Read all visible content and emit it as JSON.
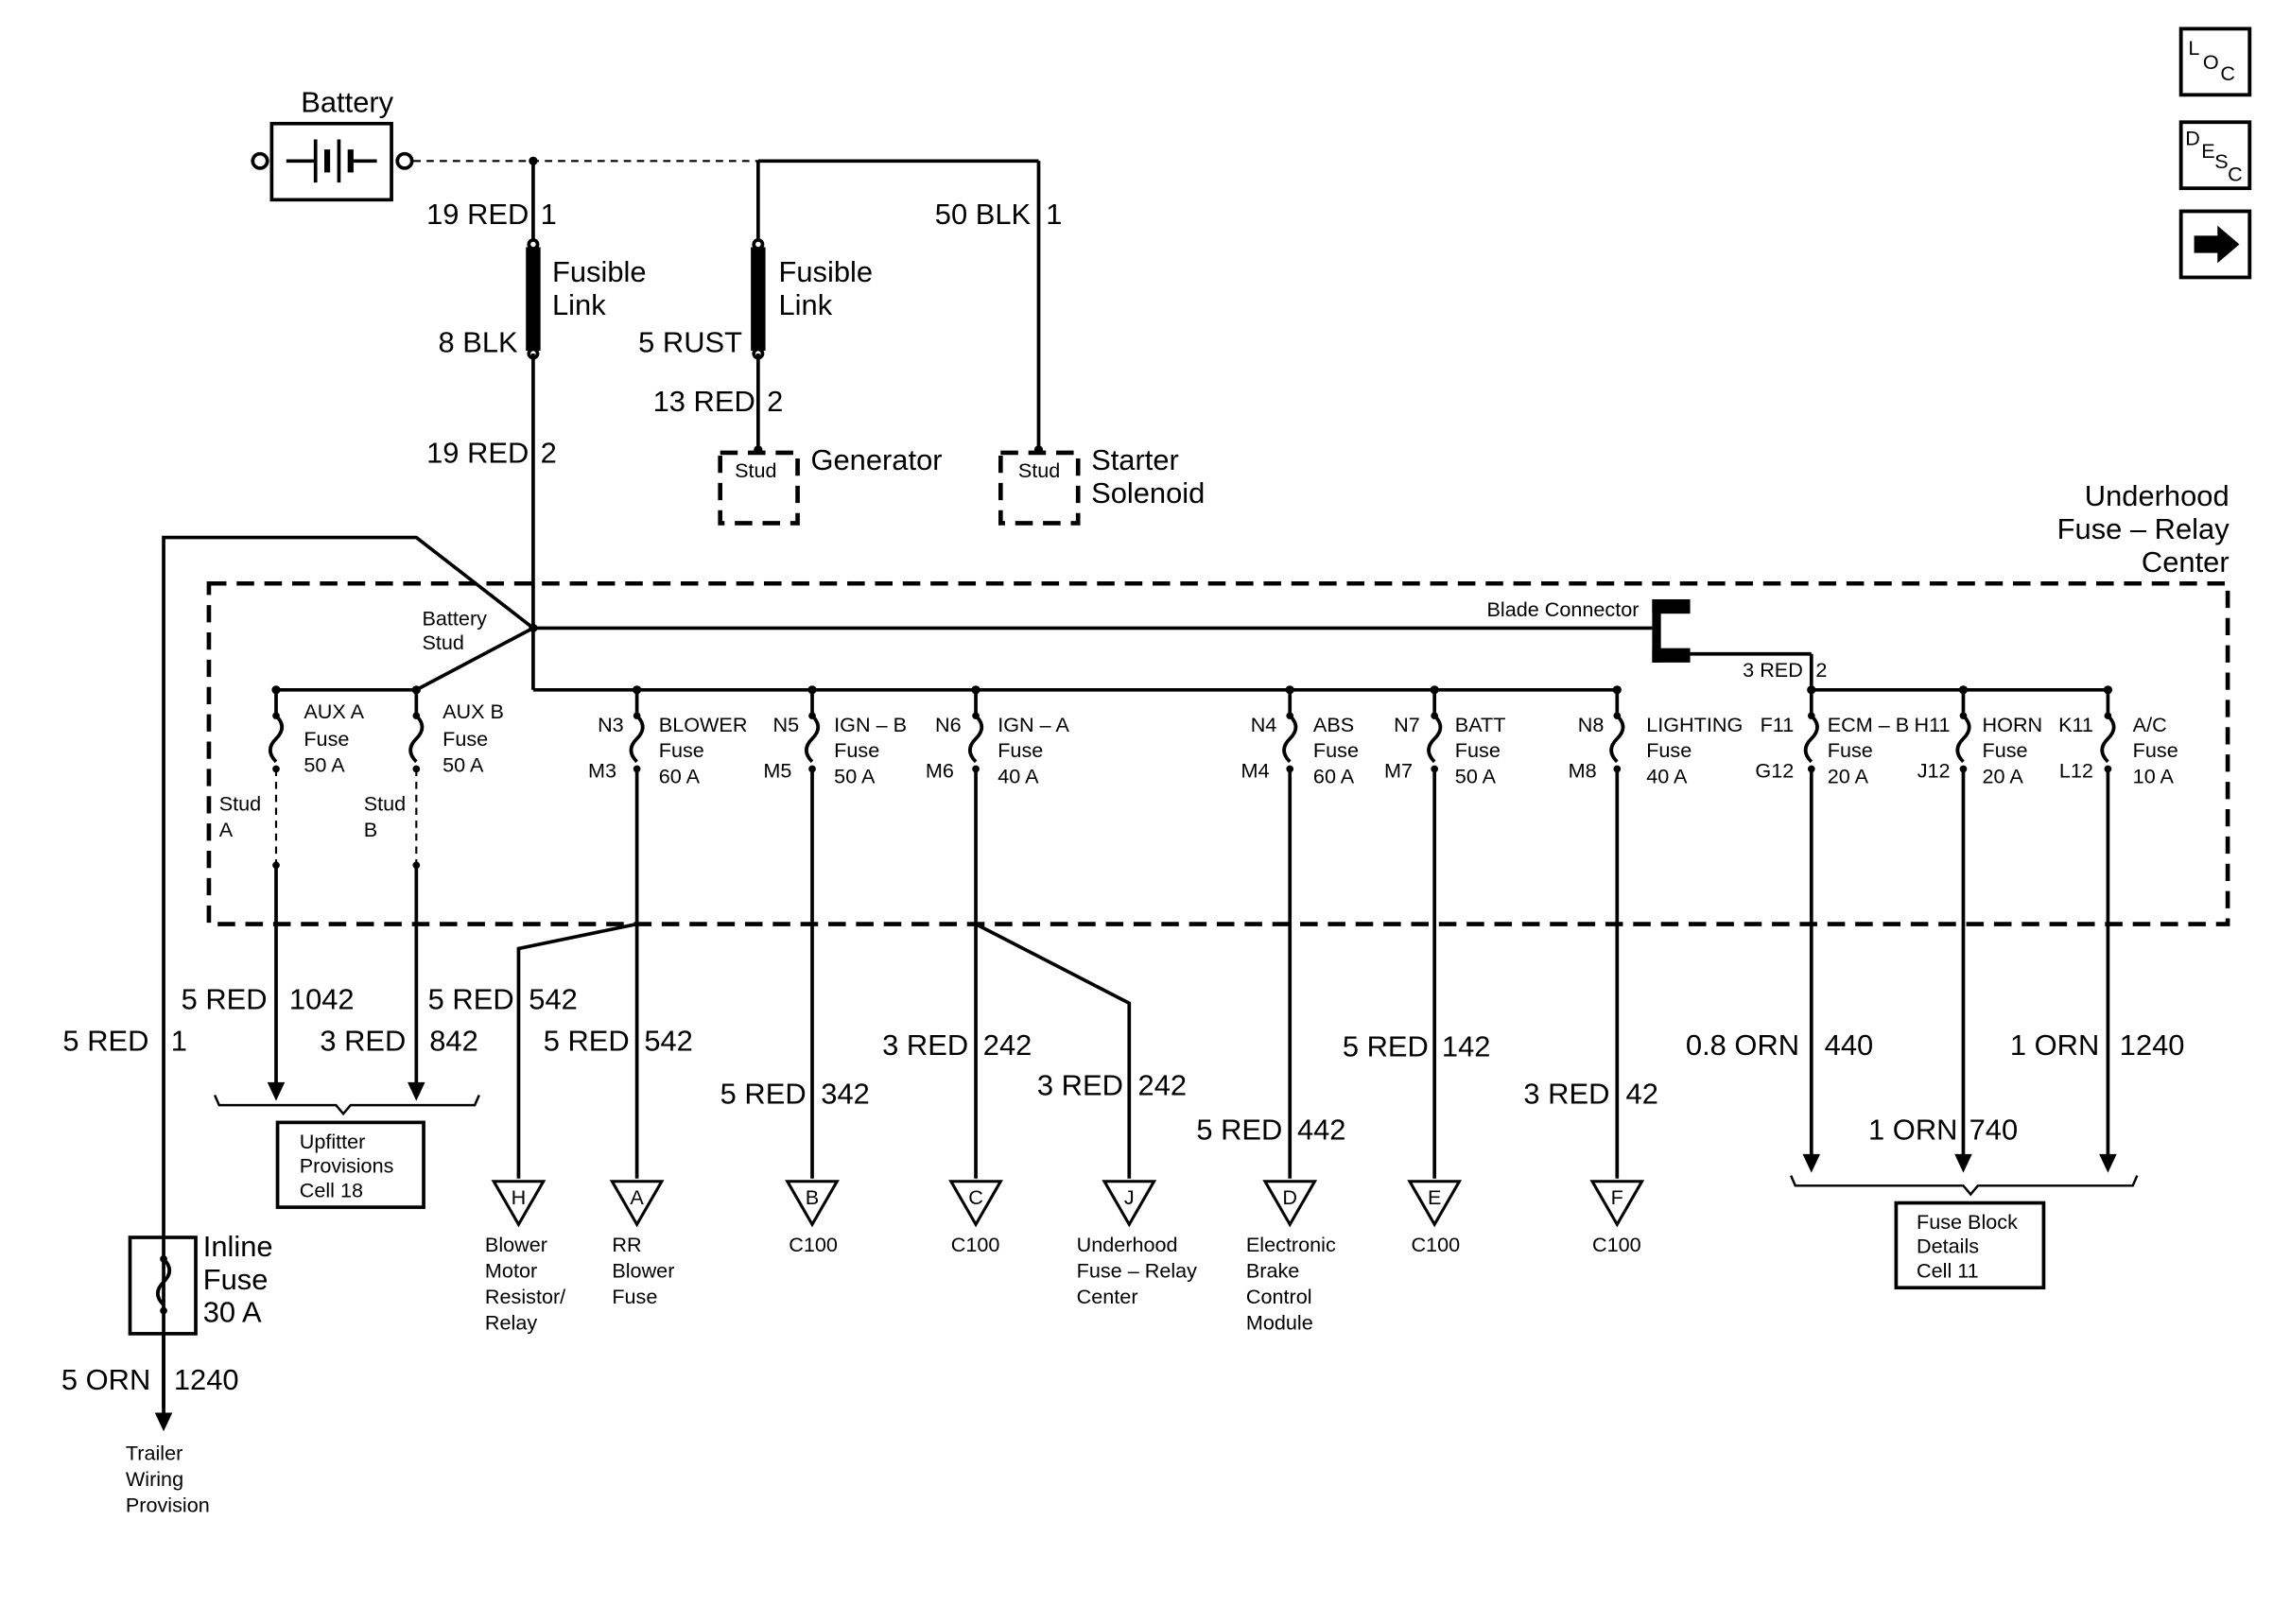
{
  "nav": {
    "loc": {
      "a": "L",
      "b": "O",
      "c": "C"
    },
    "desc": {
      "a": "D",
      "b": "E",
      "c": "S",
      "d": "C"
    }
  },
  "battery": {
    "label": "Battery"
  },
  "wires_top": {
    "w1": {
      "size": "19 RED",
      "pin": "1"
    },
    "w2": {
      "size": "50 BLK",
      "pin": "1"
    },
    "fl1": {
      "line1": "Fusible",
      "line2": "Link",
      "gauge": "8 BLK"
    },
    "fl2": {
      "line1": "Fusible",
      "line2": "Link",
      "gauge": "5 RUST"
    },
    "w3": {
      "size": "13 RED",
      "pin": "2"
    },
    "w4": {
      "size": "19 RED",
      "pin": "2"
    },
    "generator": {
      "stud": "Stud",
      "label": "Generator"
    },
    "starter": {
      "stud": "Stud",
      "line1": "Starter",
      "line2": "Solenoid"
    }
  },
  "center": {
    "line1": "Underhood",
    "line2": "Fuse – Relay",
    "line3": "Center"
  },
  "battery_stud": {
    "line1": "Battery",
    "line2": "Stud"
  },
  "blade": {
    "label": "Blade Connector",
    "wire": "3 RED",
    "pin": "2"
  },
  "fuses": [
    {
      "name": "AUX A",
      "fuse": "Fuse",
      "amp": "50 A"
    },
    {
      "name": "AUX B",
      "fuse": "Fuse",
      "amp": "50 A"
    },
    {
      "in": "N3",
      "out": "M3",
      "name": "BLOWER",
      "fuse": "Fuse",
      "amp": "60 A"
    },
    {
      "in": "N5",
      "out": "M5",
      "name": "IGN – B",
      "fuse": "Fuse",
      "amp": "50 A"
    },
    {
      "in": "N6",
      "out": "M6",
      "name": "IGN – A",
      "fuse": "Fuse",
      "amp": "40 A"
    },
    {
      "in": "N4",
      "out": "M4",
      "name": "ABS",
      "fuse": "Fuse",
      "amp": "60 A"
    },
    {
      "in": "N7",
      "out": "M7",
      "name": "BATT",
      "fuse": "Fuse",
      "amp": "50 A"
    },
    {
      "in": "N8",
      "out": "M8",
      "name": "LIGHTING",
      "fuse": "Fuse",
      "amp": "40 A"
    },
    {
      "in": "F11",
      "out": "G12",
      "name": "ECM – B",
      "fuse": "Fuse",
      "amp": "20 A"
    },
    {
      "in": "H11",
      "out": "J12",
      "name": "HORN",
      "fuse": "Fuse",
      "amp": "20 A"
    },
    {
      "in": "K11",
      "out": "L12",
      "name": "A/C",
      "fuse": "Fuse",
      "amp": "10 A"
    }
  ],
  "studs": {
    "a1": "Stud",
    "a2": "A",
    "b1": "Stud",
    "b2": "B"
  },
  "wires_bottom": [
    {
      "size": "5 RED",
      "circuit": "1"
    },
    {
      "size": "5 RED",
      "circuit": "1042"
    },
    {
      "size": "3 RED",
      "circuit": "842"
    },
    {
      "size": "5 RED",
      "circuit": "542"
    },
    {
      "size": "5 RED",
      "circuit": "542"
    },
    {
      "size": "5 RED",
      "circuit": "342"
    },
    {
      "size": "3 RED",
      "circuit": "242"
    },
    {
      "size": "3 RED",
      "circuit": "242"
    },
    {
      "size": "5 RED",
      "circuit": "442"
    },
    {
      "size": "5 RED",
      "circuit": "142"
    },
    {
      "size": "3 RED",
      "circuit": "42"
    },
    {
      "size": "0.8 ORN",
      "circuit": "440"
    },
    {
      "size": "1 ORN",
      "circuit": "740"
    },
    {
      "size": "1 ORN",
      "circuit": "1240"
    },
    {
      "size": "5 ORN",
      "circuit": "1240"
    }
  ],
  "inline_fuse": {
    "line1": "Inline",
    "line2": "Fuse",
    "line3": "30 A"
  },
  "upfitter": {
    "line1": "Upfitter",
    "line2": "Provisions",
    "line3": "Cell 18"
  },
  "fuse_block": {
    "line1": "Fuse Block",
    "line2": "Details",
    "line3": "Cell 11"
  },
  "destinations": [
    {
      "letter": "H",
      "lines": [
        "Blower",
        "Motor",
        "Resistor/",
        "Relay"
      ]
    },
    {
      "letter": "A",
      "lines": [
        "RR",
        "Blower",
        "Fuse"
      ]
    },
    {
      "letter": "B",
      "lines": [
        "C100"
      ]
    },
    {
      "letter": "C",
      "lines": [
        "C100"
      ]
    },
    {
      "letter": "J",
      "lines": [
        "Underhood",
        "Fuse – Relay",
        "Center"
      ]
    },
    {
      "letter": "D",
      "lines": [
        "Electronic",
        "Brake",
        "Control",
        "Module"
      ]
    },
    {
      "letter": "E",
      "lines": [
        "C100"
      ]
    },
    {
      "letter": "F",
      "lines": [
        "C100"
      ]
    }
  ],
  "trailer": {
    "lines": [
      "Trailer",
      "Wiring",
      "Provision"
    ]
  }
}
